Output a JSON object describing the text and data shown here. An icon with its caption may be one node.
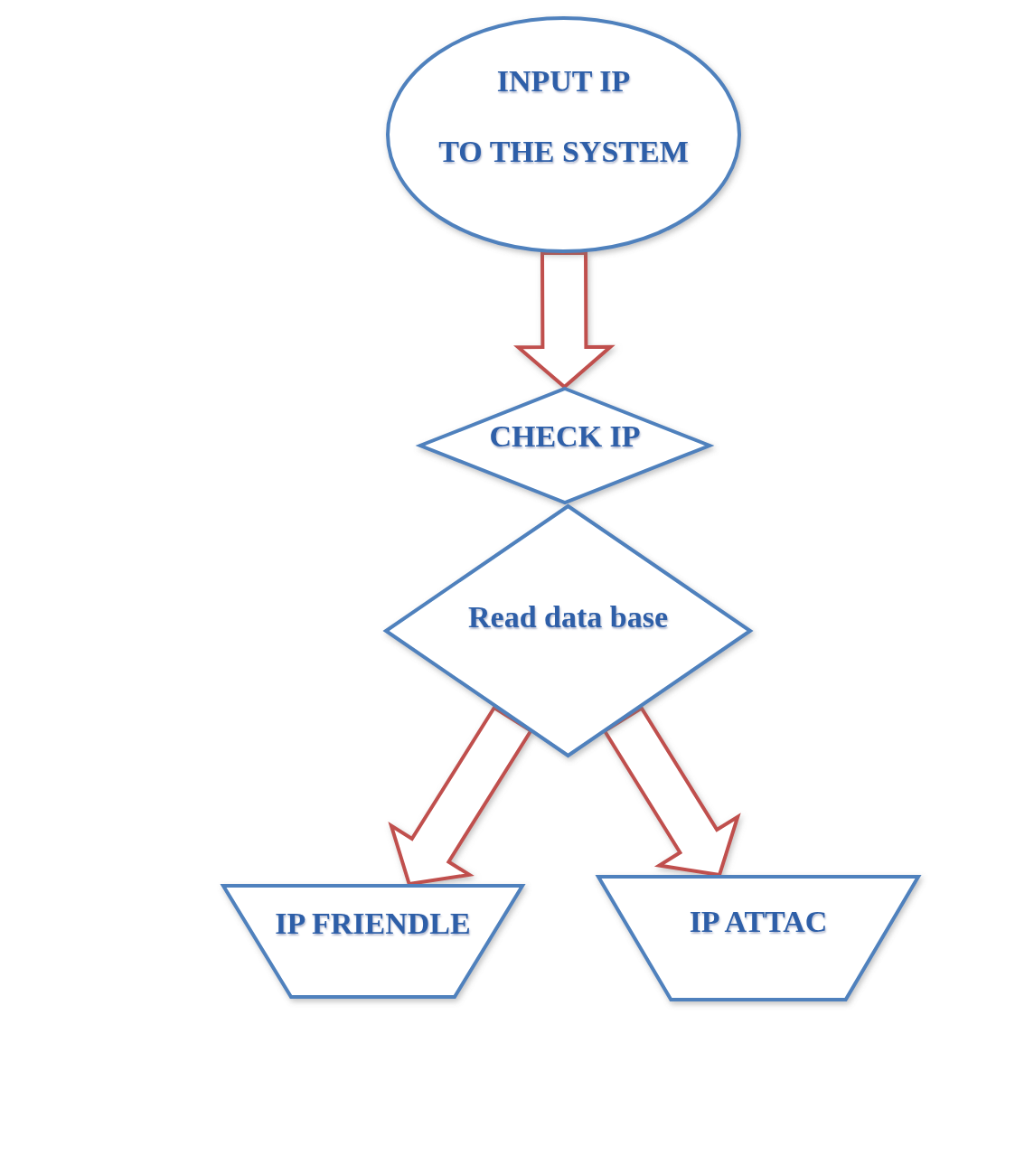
{
  "diagram": {
    "nodes": [
      {
        "text": [
          "INPUT IP",
          "TO THE SYSTEM"
        ]
      },
      {
        "text": [
          "CHECK IP"
        ]
      },
      {
        "text": [
          "Read data base"
        ]
      },
      {
        "text": [
          "IP FRIENDLE"
        ]
      },
      {
        "text": [
          "IP ATTAC"
        ]
      }
    ],
    "edges": [
      {
        "from": 0,
        "to": 1,
        "arrow": "to"
      },
      {
        "from": 2,
        "to": 3,
        "arrow": "to"
      },
      {
        "from": 2,
        "to": 4,
        "arrow": "to"
      }
    ]
  }
}
